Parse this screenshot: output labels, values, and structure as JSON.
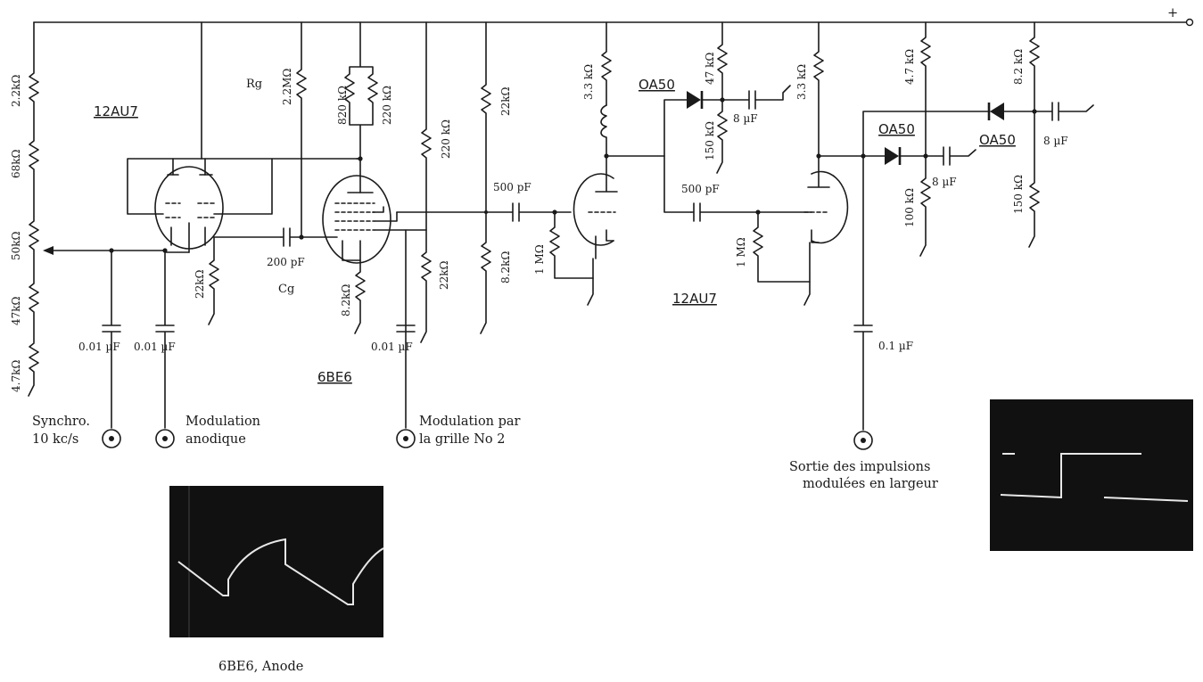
{
  "supply": {
    "plus": "+"
  },
  "tubes": {
    "t1": "12AU7",
    "t2": "6BE6",
    "t3": "12AU7"
  },
  "diodes": {
    "d1": "OA50",
    "d2": "OA50",
    "d3": "OA50"
  },
  "resistors": {
    "r_2k2": "2.2kΩ",
    "r_68k": "68kΩ",
    "r_50k": "50kΩ",
    "r_47k_left": "47kΩ",
    "r_4k7_left": "4.7kΩ",
    "r_rg_name": "Rg",
    "r_2m2": "2.2MΩ",
    "r_820k": "820 kΩ",
    "r_220k_a": "220 kΩ",
    "r_220k_b": "220 kΩ",
    "r_22k_cath": "22kΩ",
    "r_8k2_cath": "8.2kΩ",
    "r_22k_g2": "22kΩ",
    "r_22k_top": "22kΩ",
    "r_8k2_div": "8.2kΩ",
    "r_3k3_a": "3.3 kΩ",
    "r_1m_a": "1 MΩ",
    "r_47k_d": "47 kΩ",
    "r_150k_d": "150 kΩ",
    "r_3k3_b": "3.3 kΩ",
    "r_1m_b": "1 MΩ",
    "r_4k7_r": "4.7 kΩ",
    "r_100k": "100 kΩ",
    "r_8k2_r": "8.2 kΩ",
    "r_150k_r": "150 kΩ"
  },
  "capacitors": {
    "c_200p": "200 pF",
    "c_cg_name": "Cg",
    "c_001_a": "0.01 µF",
    "c_001_b": "0.01 µF",
    "c_001_c": "0.01 µF",
    "c_500p_a": "500 pF",
    "c_500p_b": "500 pF",
    "c_8u_a": "8 µF",
    "c_8u_b": "8 µF",
    "c_8u_c": "8 µF",
    "c_01u": "0.1 µF"
  },
  "terminals": {
    "synchro_l1": "Synchro.",
    "synchro_l2": "10 kc/s",
    "mod_anod_l1": "Modulation",
    "mod_anod_l2": "anodique",
    "mod_grille_l1": "Modulation par",
    "mod_grille_l2": "la grille No 2",
    "sortie_l1": "Sortie des impulsions",
    "sortie_l2": "modulées en largeur"
  },
  "oscillograms": {
    "left_caption": "6BE6, Anode"
  }
}
